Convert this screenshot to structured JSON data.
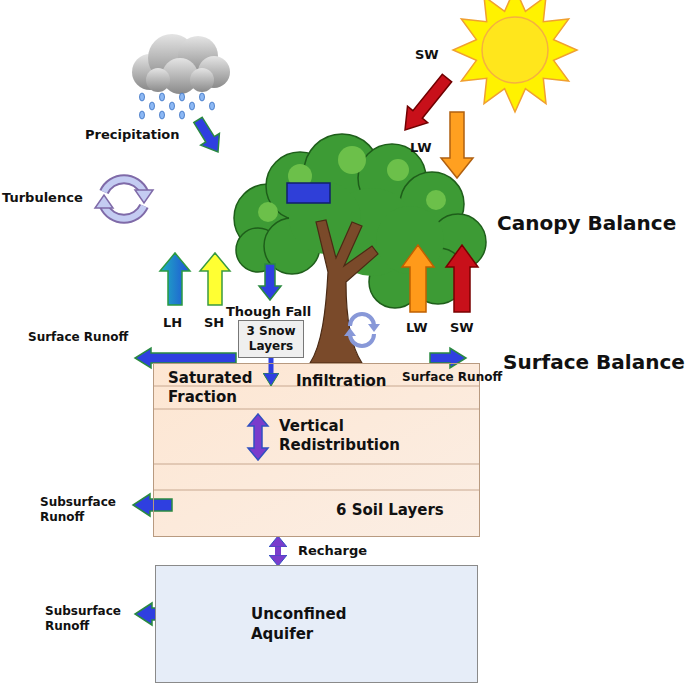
{
  "diagram": {
    "nodes": [
      {
        "text": [
          "3 Snow Layers"
        ]
      },
      {
        "text": [
          "Saturated Fraction",
          "Infiltration",
          "Vertical Redistribution",
          "6 Soil Layers"
        ]
      },
      {
        "text": [
          "Unconfined Aquifer"
        ]
      }
    ],
    "edges": [
      {
        "from": 0,
        "to": 1,
        "arrow": "to"
      },
      {
        "from": 1,
        "to": 2,
        "label": "Recharge",
        "arrow": "both"
      }
    ],
    "labels": [
      "SW",
      "Precipitation",
      "LW",
      "Turbulence",
      "Canopy Balance",
      "LH",
      "SH",
      "Though Fall",
      "LW",
      "SW",
      "Surface Runoff",
      "Surface Balance",
      "Surface Runoff",
      "Subsurface Runoff",
      "Subsurface Runoff"
    ]
  }
}
